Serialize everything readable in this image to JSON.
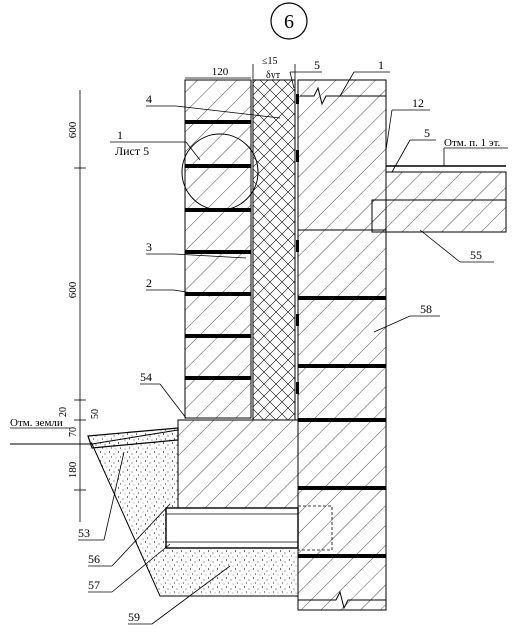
{
  "sheet_marker": "6",
  "dimensions": {
    "brick_width": "120",
    "gap": "≤15",
    "insulation": "δут",
    "h1": "600",
    "h2": "600",
    "h20": "20",
    "h70": "70",
    "h50": "50",
    "h180": "180"
  },
  "callout_ref": {
    "num": "1",
    "sheet": "Лист 5"
  },
  "levels": {
    "ground": "Отм. земли",
    "floor1": "Отм. п. 1 эт."
  },
  "leaders": {
    "l1_top": "1",
    "l5_top": "5",
    "l12": "12",
    "l5_right": "5",
    "l4": "4",
    "l3": "3",
    "l2": "2",
    "l54": "54",
    "l55": "55",
    "l58": "58",
    "l53": "53",
    "l56": "56",
    "l57": "57",
    "l59": "59"
  }
}
